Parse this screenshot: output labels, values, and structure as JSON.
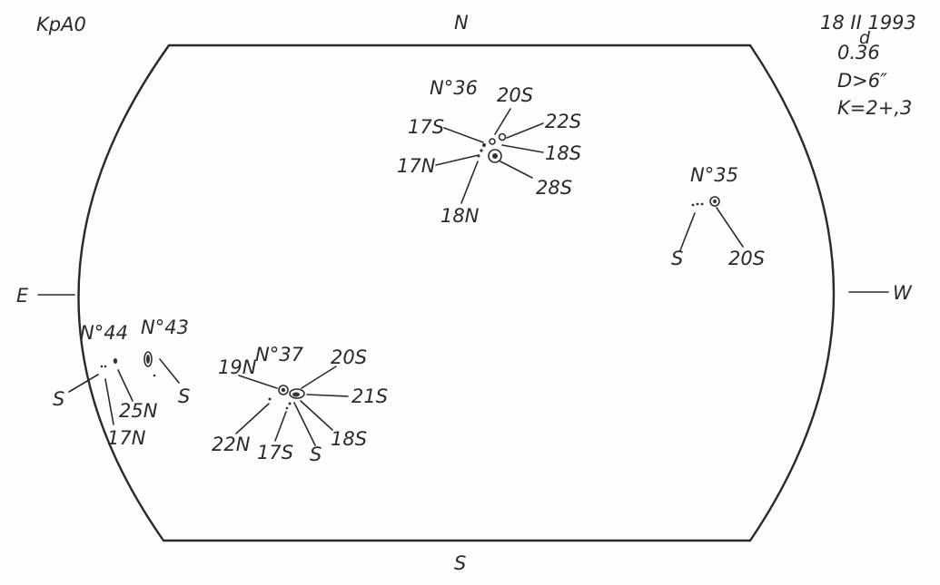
{
  "header": {
    "observatory": "KpA0",
    "date": "18 II 1993",
    "time": "0.36",
    "time_superscript": "d",
    "diameter": "D>6″",
    "quality": "K=2+,3"
  },
  "directions": {
    "north": "N",
    "south": "S",
    "east": "E",
    "west": "W"
  },
  "groups": {
    "g36": {
      "name": "N°36",
      "spots": [
        "20S",
        "22S",
        "17S",
        "18S",
        "17N",
        "28S",
        "18N"
      ]
    },
    "g35": {
      "name": "N°35",
      "spots": [
        "S",
        "20S"
      ]
    },
    "g44": {
      "name": "N°44",
      "spots": [
        "S",
        "25N",
        "17N"
      ]
    },
    "g43": {
      "name": "N°43",
      "spots": [
        "S"
      ]
    },
    "g37": {
      "name": "N°37",
      "spots": [
        "19N",
        "20S",
        "21S",
        "22N",
        "17S",
        "S",
        "18S"
      ]
    }
  }
}
